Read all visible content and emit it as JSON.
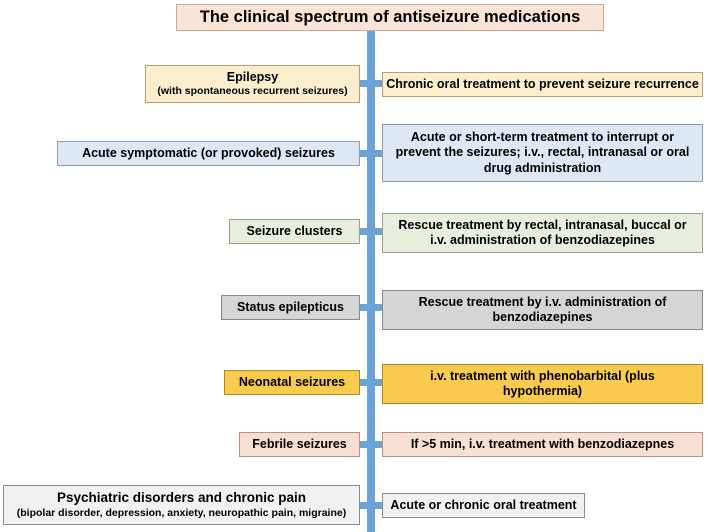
{
  "title": {
    "text": "The clinical spectrum of antiseizure medications",
    "background": "#fae4d7",
    "border": "#c9a99a"
  },
  "spine": {
    "color": "#6ba3d6"
  },
  "rows": [
    {
      "id": "epilepsy",
      "color": "#faeecd",
      "condition_main": "Epilepsy",
      "condition_sub": "(with spontaneous recurrent seizures)",
      "treatment_line1": "Chronic oral treatment to prevent seizure recurrence",
      "treatment_line2": "",
      "treatment_line3": ""
    },
    {
      "id": "acute-symptomatic",
      "color": "#dde8f4",
      "condition_main": "Acute symptomatic (or provoked) seizures",
      "condition_sub": "",
      "treatment_line1": "Acute or short-term treatment to interrupt or",
      "treatment_line2": "prevent the seizures; i.v., rectal, intranasal or oral",
      "treatment_line3": "drug administration"
    },
    {
      "id": "seizure-clusters",
      "color": "#e6efdd",
      "condition_main": "Seizure clusters",
      "condition_sub": "",
      "treatment_line1": "Rescue treatment by rectal, intranasal, buccal or",
      "treatment_line2": "i.v. administration of benzodiazepines",
      "treatment_line3": ""
    },
    {
      "id": "status-epilepticus",
      "color": "#d5d5d5",
      "condition_main": "Status epilepticus",
      "condition_sub": "",
      "treatment_line1": "Rescue treatment by i.v. administration of",
      "treatment_line2": "benzodiazepines",
      "treatment_line3": ""
    },
    {
      "id": "neonatal-seizures",
      "color": "#f8ca4d",
      "condition_main": "Neonatal seizures",
      "condition_sub": "",
      "treatment_line1": "i.v. treatment with phenobarbital (plus",
      "treatment_line2": "hypothermia)",
      "treatment_line3": ""
    },
    {
      "id": "febrile-seizures",
      "color": "#f7e0d3",
      "condition_main": "Febrile seizures",
      "condition_sub": "",
      "treatment_line1": "If >5 min, i.v. treatment with benzodiazepnes",
      "treatment_line2": "",
      "treatment_line3": ""
    },
    {
      "id": "psychiatric-chronic-pain",
      "color": "#f1f1f1",
      "condition_main": "Psychiatric disorders and chronic pain",
      "condition_sub": "(bipolar disorder, depression, anxiety, neuropathic pain, migraine)",
      "treatment_line1": "Acute or chronic oral treatment",
      "treatment_line2": "",
      "treatment_line3": ""
    }
  ]
}
